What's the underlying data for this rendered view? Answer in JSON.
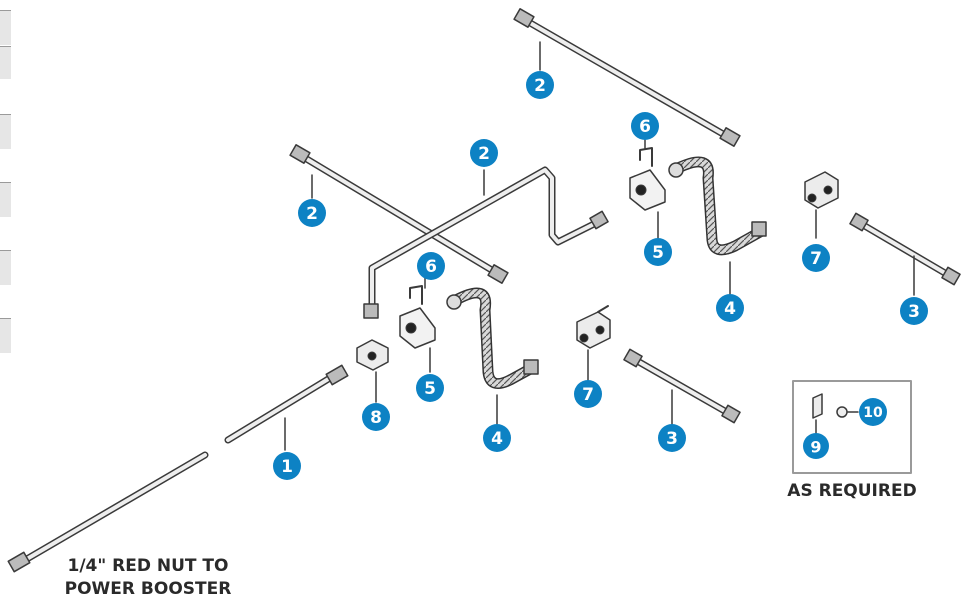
{
  "colors": {
    "badge": "#0d82c4",
    "line_stroke": "#3a3a3a",
    "pipe_fill": "#eeeeee"
  },
  "callouts": [
    "1",
    "2",
    "3",
    "4",
    "5",
    "6",
    "7",
    "8",
    "9",
    "10"
  ],
  "notes": {
    "as_required": "AS REQUIRED",
    "booster_line1": "1/4\" RED NUT TO",
    "booster_line2": "POWER BOOSTER"
  }
}
